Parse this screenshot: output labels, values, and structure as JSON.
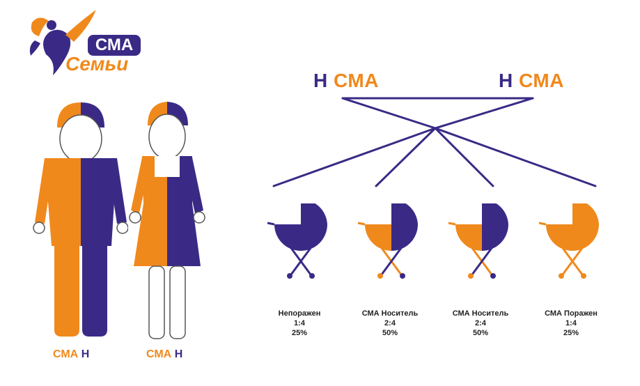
{
  "logo": {
    "line1": "СМА",
    "line2": "Семьи"
  },
  "parents": {
    "left": {
      "dominant": "Н",
      "recessive": "СМА"
    },
    "right": {
      "dominant": "Н",
      "recessive": "СМА"
    }
  },
  "figures": {
    "man": {
      "label_a": "СМА",
      "label_b": "Н"
    },
    "woman": {
      "label_a": "СМА",
      "label_b": "Н"
    }
  },
  "children": [
    {
      "status": "Непоражен",
      "ratio": "1:4",
      "percent": "25%"
    },
    {
      "status": "СМА Носитель",
      "ratio": "2:4",
      "percent": "50%"
    },
    {
      "status": "СМА Носитель",
      "ratio": "2:4",
      "percent": "50%"
    },
    {
      "status": "СМА Поражен",
      "ratio": "1:4",
      "percent": "25%"
    }
  ],
  "colors": {
    "purple": "#3a2a86",
    "orange": "#f0891c",
    "outline": "#555555"
  }
}
